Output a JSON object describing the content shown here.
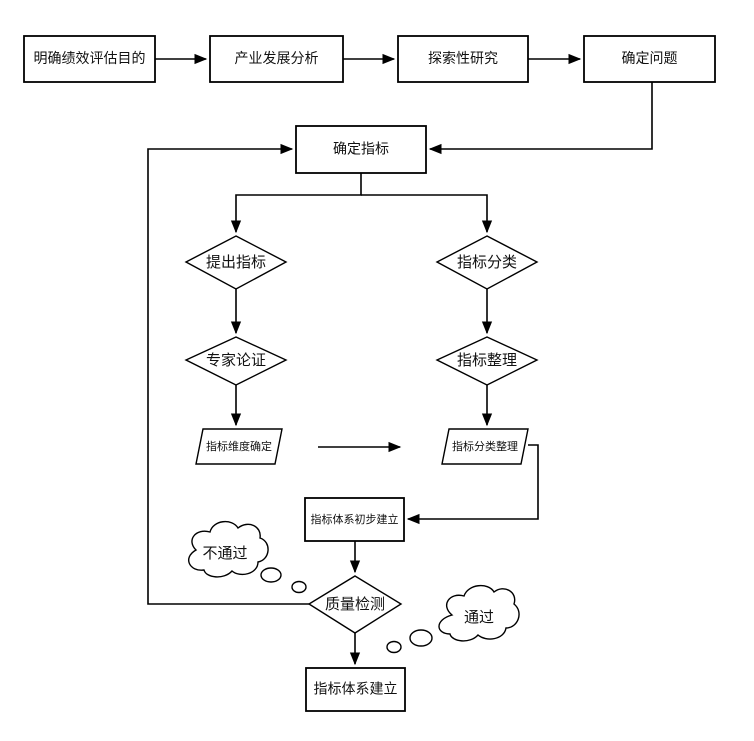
{
  "nodes": {
    "purpose": "明确绩效评估目的",
    "industry_analysis": "产业发展分析",
    "exploratory_research": "探索性研究",
    "define_problem": "确定问题",
    "define_indicators": "确定指标",
    "propose_indicators": "提出指标",
    "indicator_classification": "指标分类",
    "expert_review": "专家论证",
    "indicator_organize": "指标整理",
    "dimension_confirm": "指标维度确定",
    "classify_organize": "指标分类整理",
    "initial_system": "指标体系初步建立",
    "quality_check": "质量检测",
    "final_system": "指标体系建立"
  },
  "annotations": {
    "fail": "不通过",
    "pass": "通过"
  }
}
